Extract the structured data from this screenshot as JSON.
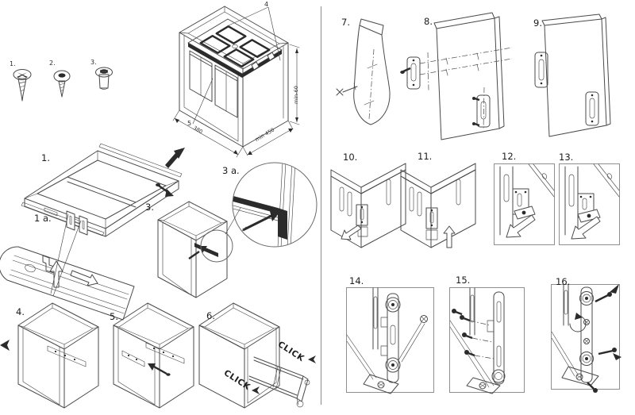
{
  "colors": {
    "line": "#4a4a4a",
    "dark": "#2b2b2b",
    "page_bg": "#ffffff",
    "divider": "#8c8c8c"
  },
  "parts": {
    "screw1": "1.",
    "screw2": "2.",
    "screw3": "3."
  },
  "overview": {
    "callout4": "4",
    "callout5": "5",
    "dim_height": "min-60",
    "dim_width": "380",
    "dim_depth": "min 450"
  },
  "steps": {
    "s1": "1.",
    "s1a": "1 a.",
    "s3": "3.",
    "s3a": "3 a.",
    "s4": "4.",
    "s5": "5.",
    "s6": "6.",
    "s7": "7.",
    "s8": "8.",
    "s9": "9.",
    "s10": "10.",
    "s11": "11.",
    "s12": "12.",
    "s13": "13.",
    "s14": "14.",
    "s15": "15.",
    "s16": "16."
  },
  "click": "CLICK"
}
